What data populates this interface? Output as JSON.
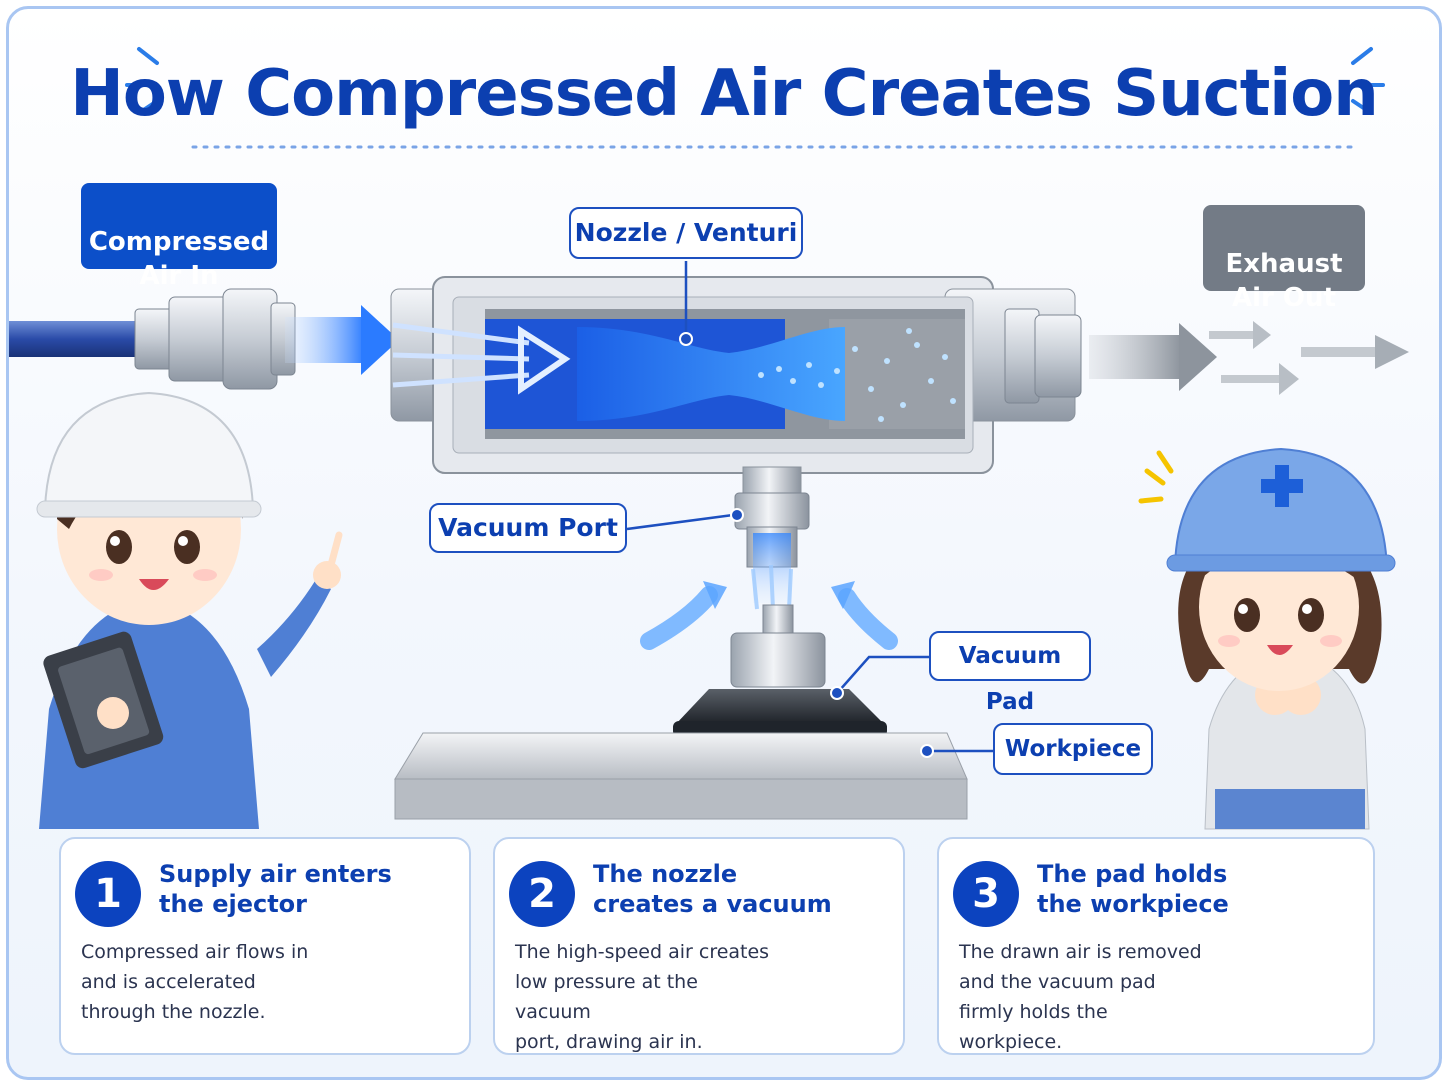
{
  "title": "How Compressed Air Creates Suction",
  "labels": {
    "compressed_air_in": "Compressed\nAir In",
    "nozzle_venturi": "Nozzle / Venturi",
    "exhaust_air_out": "Exhaust\nAir Out",
    "vacuum_port": "Vacuum Port",
    "vacuum_pad": "Vacuum Pad",
    "workpiece": "Workpiece"
  },
  "steps": [
    {
      "number": "1",
      "title": "Supply air enters\nthe ejector",
      "body": "Compressed air flows in\nand is accelerated\nthrough the nozzle."
    },
    {
      "number": "2",
      "title": "The nozzle\ncreates a vacuum",
      "body": "The high-speed air creates\nlow pressure at the vacuum\nport, drawing air in."
    },
    {
      "number": "3",
      "title": "The pad holds\nthe workpiece",
      "body": "The drawn air is removed\nand the vacuum pad\nfirmly holds the workpiece."
    }
  ],
  "colors": {
    "title": "#0c3fb0",
    "accent_blue": "#1d63e0",
    "badge_in": "#0c4fc9",
    "badge_out": "#737b86",
    "panel_border": "#bcd1ef"
  }
}
